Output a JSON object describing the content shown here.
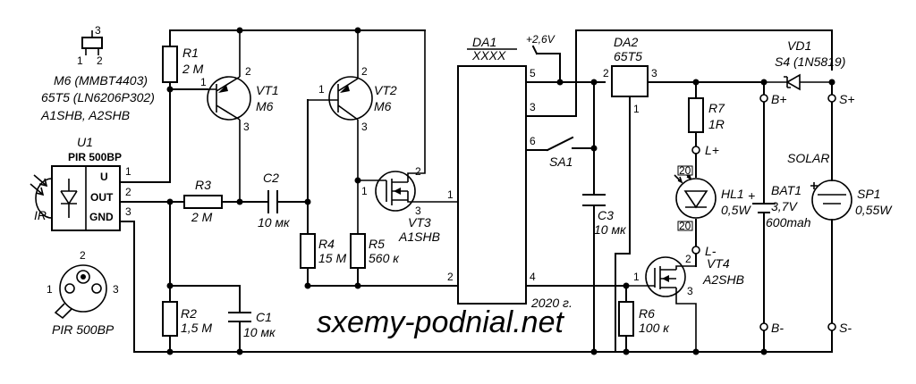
{
  "legend": {
    "pin1": "1",
    "pin2": "2",
    "pin3": "3",
    "line1": "M6 (MMBT4403)",
    "line2": "65T5 (LN6206P302)",
    "line3": "A1SHB, A2SHB"
  },
  "u1": {
    "ref": "U1",
    "name": "PIR 500BP",
    "u": "U",
    "out": "OUT",
    "gnd": "GND",
    "ir": "IR",
    "p1": "1",
    "p2": "2",
    "p3": "3"
  },
  "pir_pinout": {
    "p1": "1",
    "p2": "2",
    "p3": "3",
    "name": "PIR 500BP"
  },
  "r1": {
    "ref": "R1",
    "val": "2 M"
  },
  "r2": {
    "ref": "R2",
    "val": "1,5 M"
  },
  "r3": {
    "ref": "R3",
    "val": "2 M"
  },
  "r4": {
    "ref": "R4",
    "val": "15 M"
  },
  "r5": {
    "ref": "R5",
    "val": "560 к"
  },
  "r6": {
    "ref": "R6",
    "val": "100 к"
  },
  "r7": {
    "ref": "R7",
    "val": "1R"
  },
  "c1": {
    "ref": "C1",
    "val": "10 мк"
  },
  "c2": {
    "ref": "C2",
    "val": "10 мк"
  },
  "c3": {
    "ref": "C3",
    "val": "10 мк"
  },
  "vt1": {
    "ref": "VT1",
    "val": "M6",
    "p1": "1",
    "p2": "2",
    "p3": "3"
  },
  "vt2": {
    "ref": "VT2",
    "val": "M6",
    "p1": "1",
    "p2": "2",
    "p3": "3"
  },
  "vt3": {
    "ref": "VT3",
    "val": "A1SHB",
    "p1": "1",
    "p2": "2",
    "p3": "3"
  },
  "vt4": {
    "ref": "VT4",
    "val": "A2SHB",
    "p1": "1",
    "p2": "3",
    "p3": "2"
  },
  "da1": {
    "ref": "DA1",
    "val": "XXXX",
    "p1": "1",
    "p2": "2",
    "p3": "3",
    "p4": "4",
    "p5": "5",
    "p6": "6",
    "v": "+2,6V"
  },
  "da2": {
    "ref": "DA2",
    "val": "65T5",
    "p1": "1",
    "p2": "2",
    "p3": "3"
  },
  "sa1": {
    "ref": "SA1"
  },
  "hl1": {
    "ref": "HL1",
    "val": "0,5W",
    "l_plus": "L+",
    "l_minus": "L-",
    "n20a": "20",
    "n20b": "20"
  },
  "bat1": {
    "ref": "BAT1",
    "v": "3,7V",
    "cap": "600mah",
    "bplus": "B+",
    "bminus": "B-"
  },
  "vd1": {
    "ref": "VD1",
    "val": "S4 (1N5819)"
  },
  "sp1": {
    "ref": "SP1",
    "val": "0,55W",
    "title": "SOLAR",
    "splus": "S+",
    "sminus": "S-"
  },
  "footer": {
    "year": "2020 г.",
    "site": "sxemy-podnial.net"
  }
}
